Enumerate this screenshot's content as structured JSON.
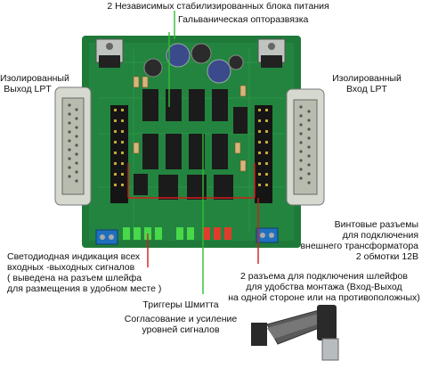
{
  "annotations": {
    "power": "2 Независимых стабилизированных блока питания",
    "opto": "Гальваническая опторазвязка",
    "out_lpt_line1": "Изолированный",
    "out_lpt_line2": "Выход LPT",
    "in_lpt_line1": "Изолированный",
    "in_lpt_line2": "Вход LPT",
    "screw_line1": "Винтовые разъемы",
    "screw_line2": "для подключения",
    "screw_line3": "внешнего трансформатора",
    "screw_line4": "2 обмотки 12В",
    "led_line1": "Светодиодная индикация всех",
    "led_line2": "входных -выходных сигналов",
    "led_line3": "( выведена на разъем шлейфа",
    "led_line4": "для размещения в удобном месте )",
    "ribbon_line1": "2 разъема для подключения шлейфов",
    "ribbon_line2": "для удобства  монтажа (Вход-Выход",
    "ribbon_line3": "на одной стороне или на противоположных)",
    "schmitt": "Триггеры Шмитта",
    "amp_line1": "Согласование и усиление",
    "amp_line2": "уровней сигналов"
  },
  "colors": {
    "pcb": "#1f7a3a",
    "pcb_dark": "#145c2a",
    "connector_metal": "#c9cfc4",
    "chip": "#1b1b1b",
    "arrow_green": "#2fbf2f",
    "arrow_red": "#d21d1d",
    "terminal_blue": "#1f6fbf",
    "led_green": "#49d84a",
    "led_red": "#e33b2b"
  }
}
